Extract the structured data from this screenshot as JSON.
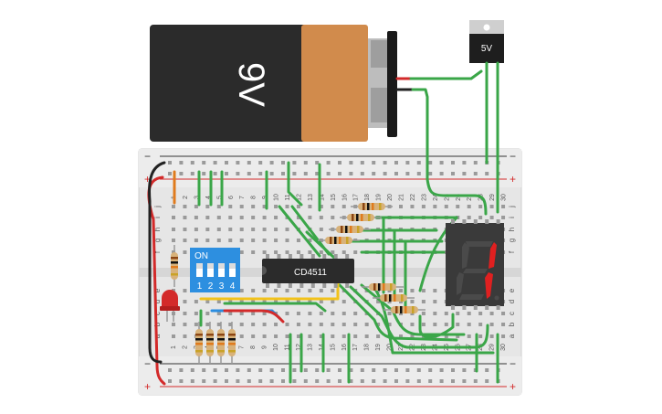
{
  "battery": {
    "label": "9V"
  },
  "regulator": {
    "label": "5V"
  },
  "chip": {
    "label": "CD4511"
  },
  "dip_switch": {
    "title": "ON",
    "switch_numbers": [
      "1",
      "2",
      "3",
      "4"
    ]
  },
  "breadboard": {
    "column_numbers_top": [
      "1",
      "2",
      "3",
      "4",
      "5",
      "6",
      "7",
      "8",
      "9",
      "10",
      "11",
      "12",
      "13",
      "14",
      "15",
      "16",
      "17",
      "18",
      "19",
      "20",
      "21",
      "22",
      "23",
      "24",
      "25",
      "26",
      "27",
      "28",
      "29",
      "30"
    ],
    "column_numbers_bottom": [
      "1",
      "2",
      "3",
      "4",
      "5",
      "6",
      "7",
      "8",
      "9",
      "10",
      "11",
      "12",
      "13",
      "14",
      "15",
      "16",
      "17",
      "18",
      "19",
      "20",
      "21",
      "22",
      "23",
      "24",
      "25",
      "26",
      "27",
      "28",
      "29",
      "30"
    ],
    "row_letters_top": [
      "j",
      "i",
      "h",
      "g",
      "f"
    ],
    "row_letters_bottom": [
      "e",
      "d",
      "c",
      "b",
      "a"
    ],
    "rail_plus": "+",
    "rail_minus": "−"
  },
  "seven_segment": {
    "digit_shown": "1",
    "segment_color": "#e02020"
  },
  "colors": {
    "wire_green": "#3aa648",
    "wire_red": "#d32a2a",
    "wire_black": "#222222",
    "wire_orange": "#e07b1d",
    "wire_yellow": "#f2c21b",
    "wire_blue": "#2a8de0",
    "dip_blue": "#2d8fe0",
    "battery_copper": "#d18b4c",
    "battery_black": "#2b2b2b"
  }
}
